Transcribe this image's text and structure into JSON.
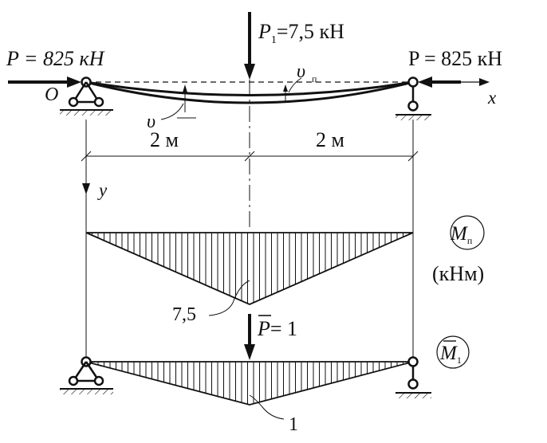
{
  "loads": {
    "left_force": "P = 825 кН",
    "right_force": "P = 825 кН",
    "p1_sym": "P",
    "p1_sub": "1",
    "p1_val": "=7,5 кН",
    "unit_force": "= 1",
    "unit_force_sym": "P"
  },
  "axes": {
    "origin": "O",
    "x": "x",
    "y": "y"
  },
  "deflection": {
    "v": "υ",
    "vn": "υ",
    "vn_sub": "п"
  },
  "dimensions": {
    "left_span": "2 м",
    "right_span": "2 м"
  },
  "diagram_mp": {
    "label_sym": "M",
    "label_sub": "п",
    "unit": "(кНм)",
    "peak": "7,5"
  },
  "diagram_m1": {
    "label_sym": "M",
    "label_sub": "1",
    "peak": "1"
  }
}
